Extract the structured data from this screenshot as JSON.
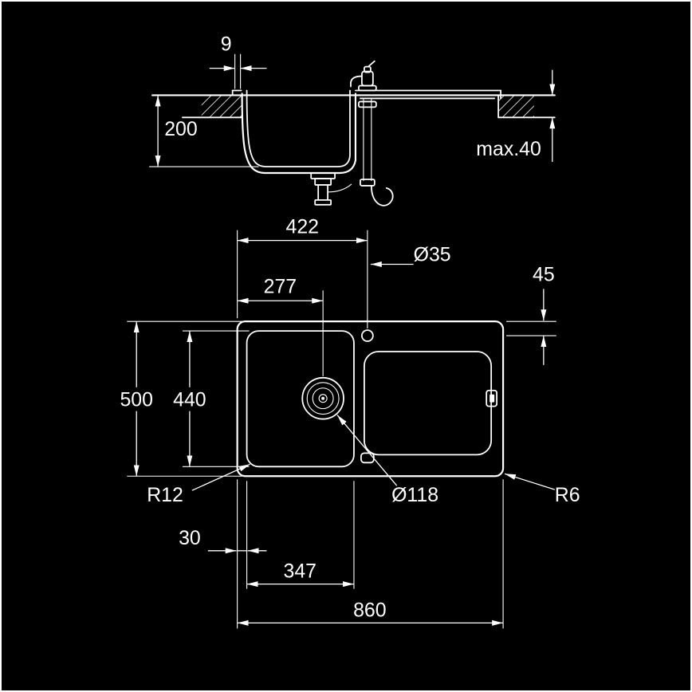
{
  "colors": {
    "background": "#000000",
    "lines": "#ffffff"
  },
  "side_view": {
    "rim_lip": "9",
    "bowl_depth": "200",
    "max_counter_thickness": "max.40"
  },
  "plan_view": {
    "tap_hole_from_left": "422",
    "tap_hole_diameter": "Ø35",
    "tap_hole_from_rear": "45",
    "drain_center_from_left": "277",
    "overall_depth": "500",
    "bowl_inner_depth": "440",
    "bowl_corner_radius": "R12",
    "drain_diameter": "Ø118",
    "outer_corner_radius": "R6",
    "bowl_offset_left": "30",
    "bowl_inner_width": "347",
    "overall_width": "860"
  }
}
